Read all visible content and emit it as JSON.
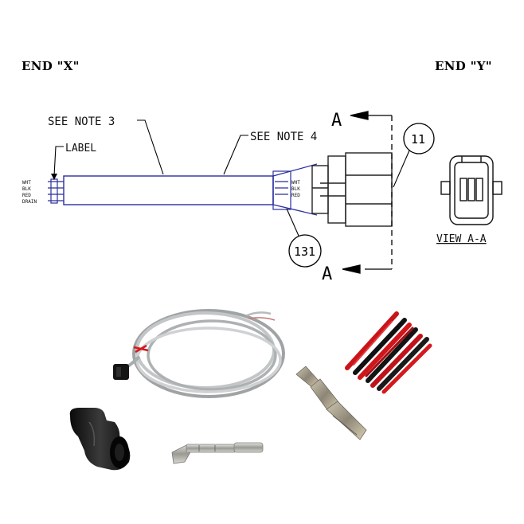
{
  "ends": {
    "x_label": "END \"X\"",
    "y_label": "END \"Y\""
  },
  "callouts": {
    "see_note_3": "SEE NOTE 3",
    "see_note_4": "SEE NOTE 4",
    "label": "LABEL",
    "section_marker": "A",
    "view": "VIEW A-A",
    "balloon_top": "11",
    "balloon_bottom": "131"
  },
  "wires": {
    "end_x": [
      "WHT",
      "BLK",
      "RED",
      "DRAIN"
    ],
    "end_y": [
      "WHT",
      "BLK",
      "RED"
    ]
  },
  "colors": {
    "cable_outline": "#2b2f9e",
    "heat_shrink_red": "#d0161b",
    "heat_shrink_black": "#111111",
    "cable_gray": "#b9bcbd"
  }
}
